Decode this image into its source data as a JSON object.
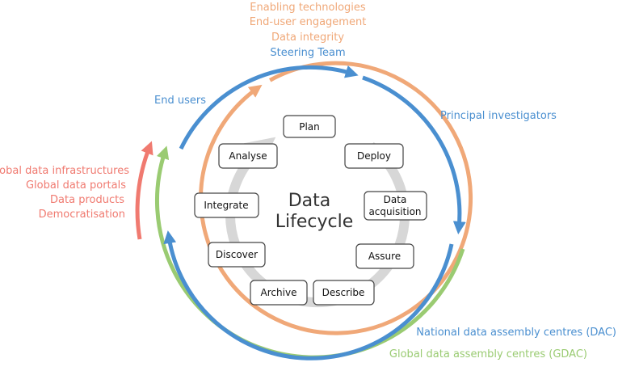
{
  "colors": {
    "blue": "#4a8fd0",
    "orange": "#f0a878",
    "green": "#9acb72",
    "red": "#f07a70",
    "grey": "#d7d7d7",
    "box_border": "#444444"
  },
  "top_labels": {
    "enabling_technologies": "Enabling technologies",
    "end_user_engagement": "End-user engagement",
    "data_integrity": "Data integrity",
    "steering_team": "Steering Team"
  },
  "side_labels": {
    "end_users": "End users",
    "principal_investigators": "Principal investigators",
    "global_data_infrastructures": "Global data infrastructures",
    "global_data_portals": "Global data portals",
    "data_products": "Data products",
    "democratisation": "Democratisation",
    "national_dac": "National data assembly centres (DAC)",
    "global_gdac": "Global data assembly centres (GDAC)"
  },
  "center": {
    "line1": "Data",
    "line2": "Lifecycle"
  },
  "stages": {
    "plan": "Plan",
    "deploy": "Deploy",
    "acquisition_1": "Data",
    "acquisition_2": "acquisition",
    "assure": "Assure",
    "describe": "Describe",
    "archive": "Archive",
    "discover": "Discover",
    "integrate": "Integrate",
    "analyse": "Analyse"
  }
}
